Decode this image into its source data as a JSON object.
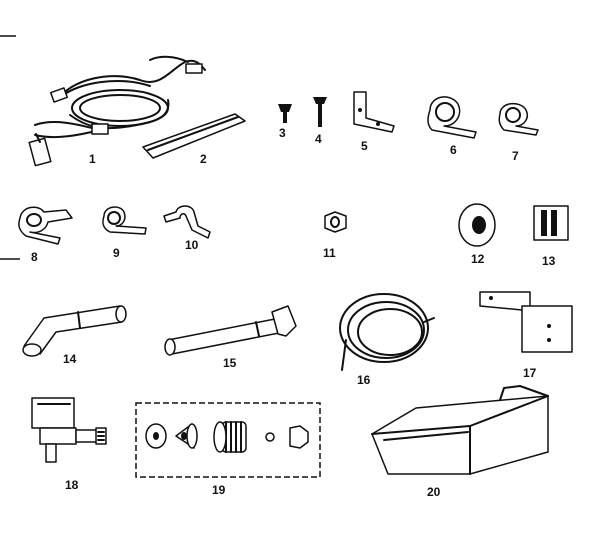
{
  "parts": [
    {
      "label": "1",
      "name": "wire-harness"
    },
    {
      "label": "2",
      "name": "strip"
    },
    {
      "label": "3",
      "name": "screw"
    },
    {
      "label": "4",
      "name": "screw-long"
    },
    {
      "label": "5",
      "name": "bracket"
    },
    {
      "label": "6",
      "name": "clamp-large"
    },
    {
      "label": "7",
      "name": "clamp-small"
    },
    {
      "label": "8",
      "name": "clip"
    },
    {
      "label": "9",
      "name": "clamp"
    },
    {
      "label": "10",
      "name": "clip-bracket"
    },
    {
      "label": "11",
      "name": "nut"
    },
    {
      "label": "12",
      "name": "washer"
    },
    {
      "label": "13",
      "name": "pad"
    },
    {
      "label": "14",
      "name": "fill-tube-elbow"
    },
    {
      "label": "15",
      "name": "fill-tube"
    },
    {
      "label": "16",
      "name": "water-tubing-coil"
    },
    {
      "label": "17",
      "name": "mounting-bracket"
    },
    {
      "label": "18",
      "name": "water-valve"
    },
    {
      "label": "19",
      "name": "fitting-kit"
    },
    {
      "label": "20",
      "name": "ice-bin"
    }
  ]
}
